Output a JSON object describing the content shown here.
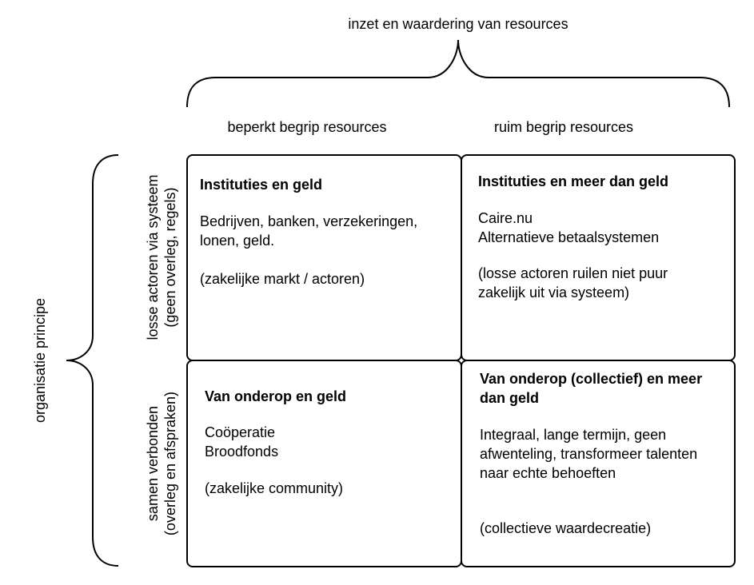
{
  "top_axis": {
    "title": "inzet en waardering van resources"
  },
  "columns": [
    {
      "label": "beperkt begrip resources"
    },
    {
      "label": "ruim begrip resources"
    }
  ],
  "left_axis": {
    "title": "organisatie principe",
    "rows": [
      {
        "line1": "losse actoren via systeem",
        "line2": "(geen overleg, regels)"
      },
      {
        "line1": "samen verbonden",
        "line2": "(overleg en afspraken)"
      }
    ]
  },
  "quadrants": {
    "top_left": {
      "title": "Instituties en geld",
      "lines": [
        "Bedrijven, banken, verzekeringen,",
        "lonen, geld.",
        "(zakelijke markt / actoren)"
      ]
    },
    "top_right": {
      "title": "Instituties en meer dan geld",
      "lines": [
        "Caire.nu",
        "Alternatieve betaalsystemen",
        "(losse actoren ruilen niet puur",
        "zakelijk uit via systeem)"
      ]
    },
    "bottom_left": {
      "title": "Van onderop en geld",
      "lines": [
        "Coöperatie",
        "Broodfonds",
        "(zakelijke community)"
      ]
    },
    "bottom_right": {
      "title_line1": "Van onderop (collectief) en meer",
      "title_line2": "dan geld",
      "lines": [
        "Integraal, lange termijn, geen",
        "afwenteling, transformeer talenten",
        "naar echte behoeften",
        "(collectieve waardecreatie)"
      ]
    }
  }
}
